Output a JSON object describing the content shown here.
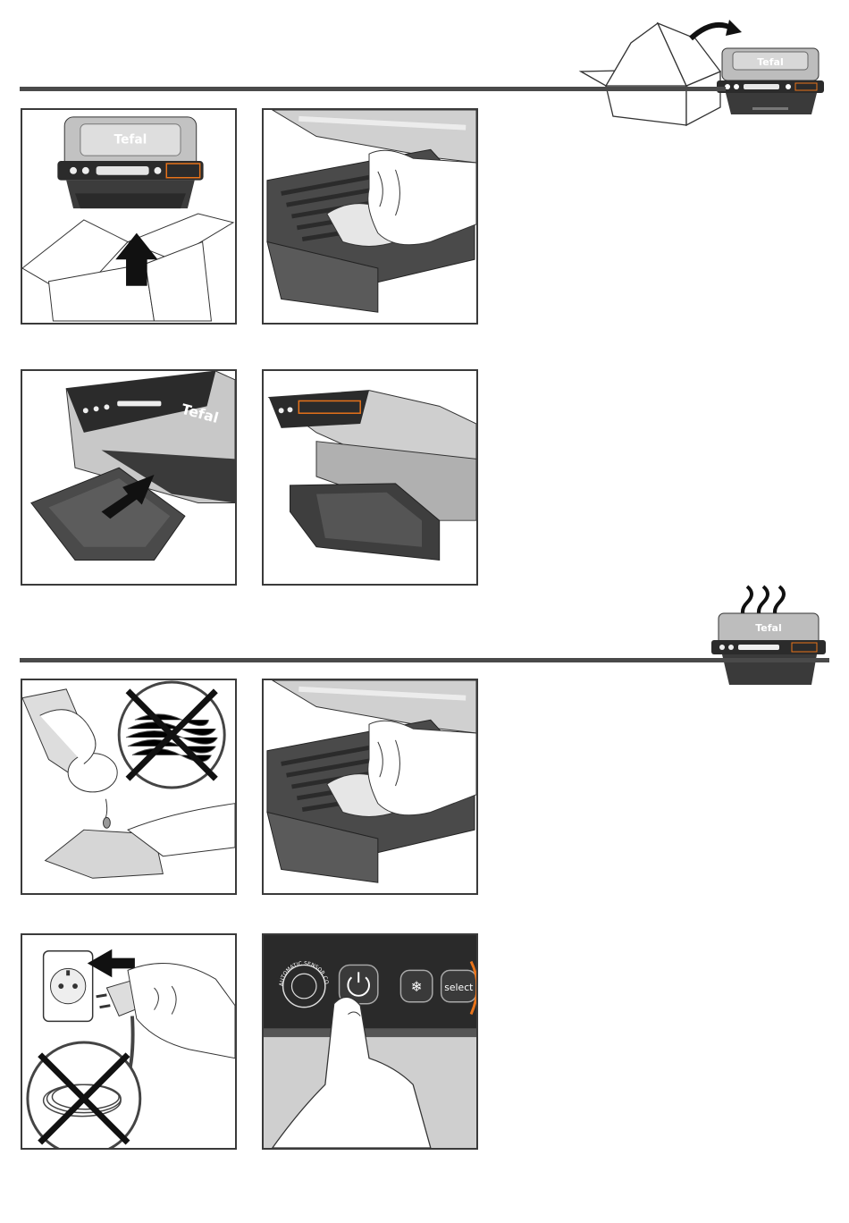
{
  "brand": "Tefal",
  "control_panel": {
    "auto_mode_label": "AUTOMATIC SENSOR COOKING",
    "select_label": "select"
  },
  "colors": {
    "accent": "#e8731a",
    "rule": "#4a4a4a",
    "outline": "#3a3a3a",
    "dark": "#2b2b2b",
    "metal": "#bdbdbd"
  },
  "sections": [
    {
      "id": "unpacking",
      "header_icon": "grill-out-of-box-icon",
      "panels": [
        {
          "icon": "grill-lifted-from-box-icon"
        },
        {
          "icon": "wipe-plates-with-cloth-icon"
        },
        {
          "icon": "insert-drip-tray-icon"
        },
        {
          "icon": "grill-assembled-open-icon"
        }
      ]
    },
    {
      "id": "cleaning",
      "header_icon": "hot-grill-icon",
      "panels": [
        {
          "icon": "no-scouring-pad-detergent-cloth-icon"
        },
        {
          "icon": "wipe-plates-with-cloth-icon"
        },
        {
          "icon": "unplug-no-cord-wrap-icon"
        },
        {
          "icon": "press-power-button-icon"
        }
      ]
    }
  ]
}
